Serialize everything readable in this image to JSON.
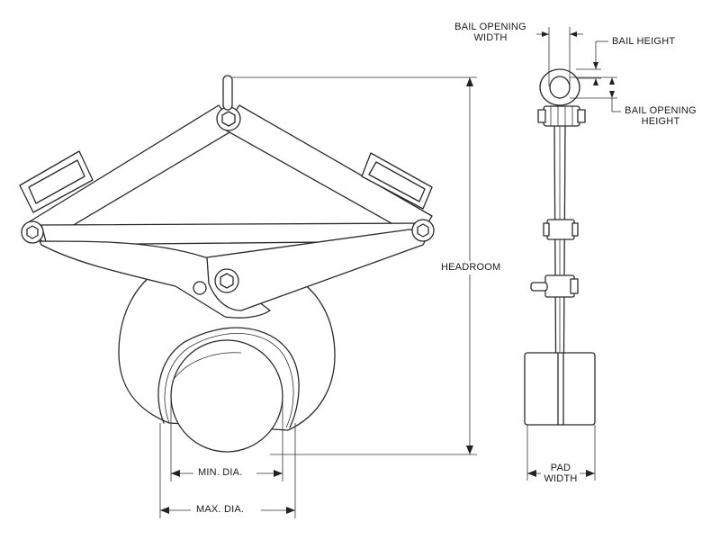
{
  "labels": {
    "bail_opening_width_1": "BAIL OPENING",
    "bail_opening_width_2": "WIDTH",
    "bail_height": "BAIL HEIGHT",
    "bail_opening_height_1": "BAIL OPENING",
    "bail_opening_height_2": "HEIGHT",
    "headroom": "HEADROOM",
    "min_dia": "MIN. DIA.",
    "max_dia": "MAX. DIA.",
    "pad_width_1": "PAD",
    "pad_width_2": "WIDTH"
  }
}
